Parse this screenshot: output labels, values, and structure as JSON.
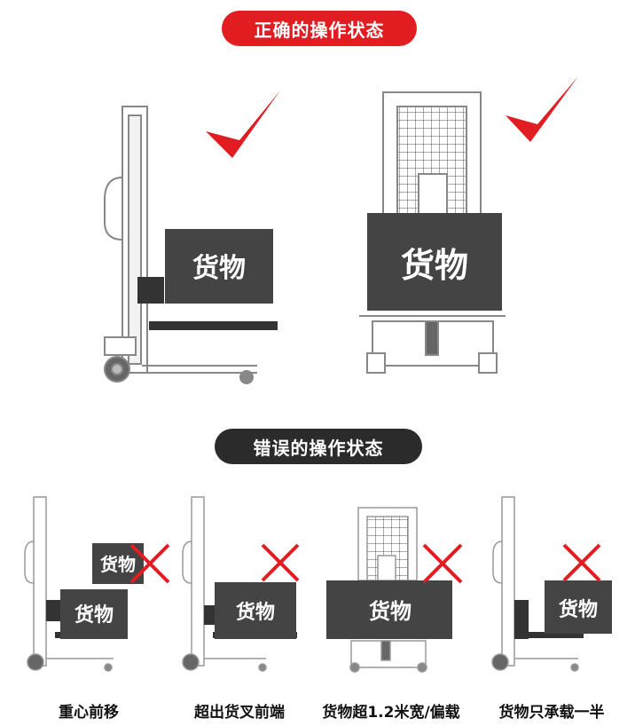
{
  "header_correct": "正确的操作状态",
  "header_wrong": "错误的操作状态",
  "cargo_label": "货物",
  "captions": [
    "重心前移",
    "超出货叉前端",
    "货物超1.2米宽/偏载",
    "货物只承载一半"
  ],
  "colors": {
    "red": "#e11d22",
    "dark": "#2b2b2b",
    "cargo": "#444444",
    "line": "#888888"
  },
  "icons": [
    "check-icon",
    "cross-icon"
  ]
}
